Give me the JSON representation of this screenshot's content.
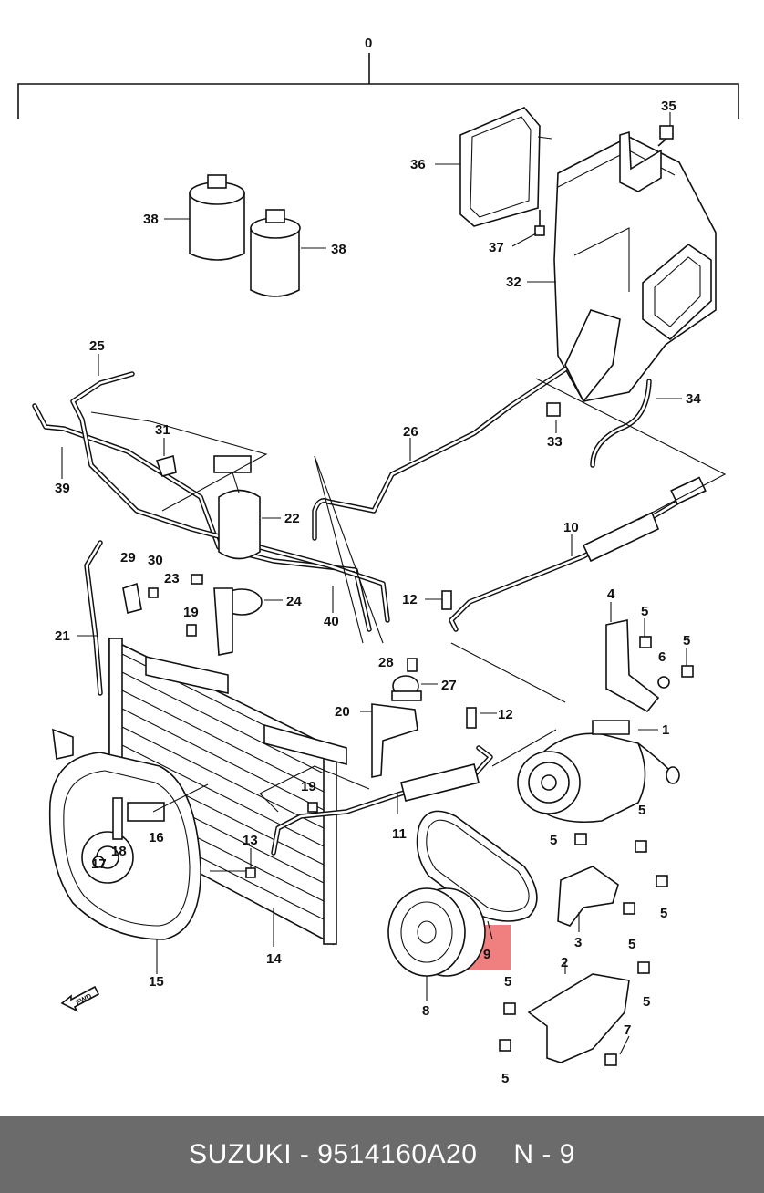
{
  "callouts": {
    "c0": "0",
    "c1": "1",
    "c2": "2",
    "c3": "3",
    "c4": "4",
    "c5a": "5",
    "c5b": "5",
    "c5c": "5",
    "c5d": "5",
    "c5e": "5",
    "c5f": "5",
    "c5g": "5",
    "c5h": "5",
    "c5i": "5",
    "c6": "6",
    "c7": "7",
    "c8": "8",
    "c9": "9",
    "c10": "10",
    "c11": "11",
    "c12a": "12",
    "c12b": "12",
    "c13": "13",
    "c14": "14",
    "c15": "15",
    "c16": "16",
    "c17": "17",
    "c18": "18",
    "c19a": "19",
    "c19b": "19",
    "c20": "20",
    "c21": "21",
    "c22": "22",
    "c23": "23",
    "c24": "24",
    "c25": "25",
    "c26": "26",
    "c27": "27",
    "c28": "28",
    "c29": "29",
    "c30": "30",
    "c31": "31",
    "c32": "32",
    "c33": "33",
    "c34": "34",
    "c35": "35",
    "c36": "36",
    "c37": "37",
    "c38a": "38",
    "c38b": "38",
    "c39": "39",
    "c40": "40"
  },
  "fwd_label": "FWD",
  "highlight_color": "#f08080",
  "footer": {
    "brand_part": "SUZUKI - 9514160A20",
    "ref": "N - 9"
  }
}
